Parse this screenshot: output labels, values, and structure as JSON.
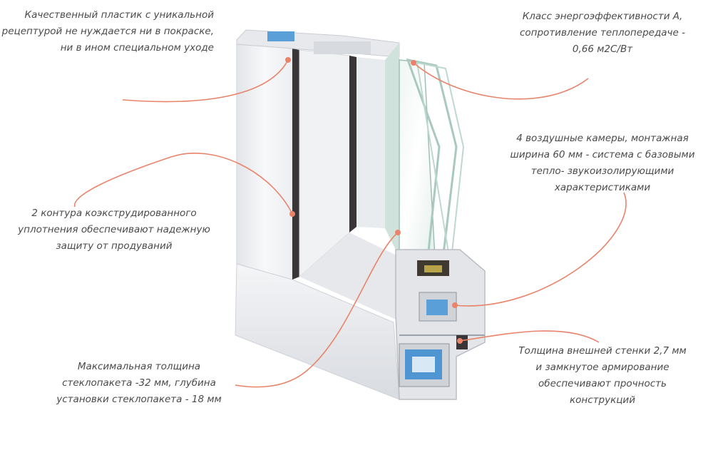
{
  "accent_color": "#e9836a",
  "callouts": [
    {
      "id": "plastic",
      "lines": [
        "Качественный пластик с уникальной",
        "рецептурой не нуждается ни в покраске,",
        "ни в ином специальном уходе"
      ]
    },
    {
      "id": "energy",
      "lines": [
        "Класс энергоэффективности А,",
        "сопротивление теплопередаче -",
        "0,66 м2С/Вт"
      ]
    },
    {
      "id": "chambers",
      "lines": [
        "4 воздушные камеры, монтажная",
        "ширина 60 мм - система с базовыми",
        "тепло- звукоизолирующими",
        "характеристиками"
      ]
    },
    {
      "id": "seals",
      "lines": [
        "2 контура коэкструдированного",
        "уплотнения обеспечивают надежную",
        "защиту от продуваний"
      ]
    },
    {
      "id": "glass",
      "lines": [
        "Максимальная толщина",
        "стеклопакета -32 мм, глубина",
        "установки стеклопакета - 18 мм"
      ]
    },
    {
      "id": "wall",
      "lines": [
        "Толщина внешней стенки 2,7 мм",
        "и замкнутое армирование",
        "обеспечивают прочность",
        "конструкций"
      ]
    }
  ]
}
